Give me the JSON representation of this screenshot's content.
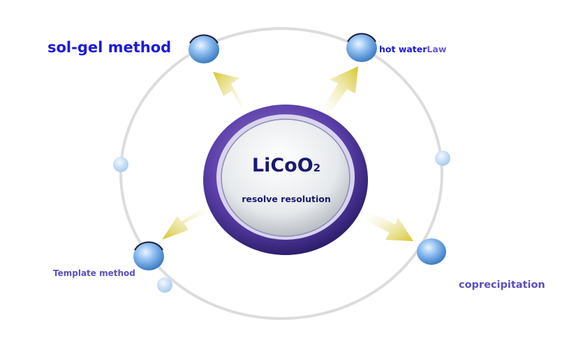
{
  "center": {
    "title_main": "LiCoO",
    "title_sub": "2",
    "subtitle": "resolve resolution"
  },
  "methods": {
    "sol_gel": "sol-gel method",
    "hydrothermal_prefix": "hot water",
    "hydrothermal_suffix": "Law",
    "template": "Template method",
    "coprecipitation": "coprecipitation"
  },
  "colors": {
    "ring_outer": "#5b3fa8",
    "ring_inner": "#c9c3e8",
    "core": "#e9ecef",
    "arrow": "#d4c42a",
    "orbit": "#d9d9d9",
    "bead": "#6fa5dc",
    "label_primary": "#1a1ae0",
    "label_secondary": "#5a4fc0"
  }
}
